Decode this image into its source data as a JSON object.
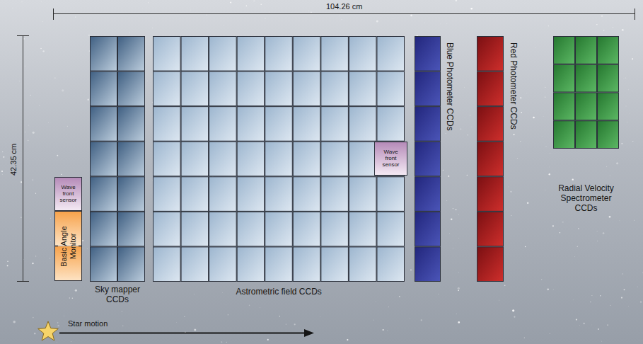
{
  "diagram": {
    "nodes": [
      {
        "text": [
          "Wave front sensor"
        ]
      },
      {
        "text": [
          "Basic Angle Monitor"
        ]
      },
      {
        "text": [
          "Sky mapper CCDs"
        ]
      },
      {
        "text": [
          "Astrometric field CCDs"
        ]
      },
      {
        "text": [
          "Wave front sensor"
        ]
      },
      {
        "text": [
          "Blue Photometer CCDs"
        ]
      },
      {
        "text": [
          "Red Photometer CCDs"
        ]
      },
      {
        "text": [
          "Radial Velocity Spectrometer CCDs"
        ]
      }
    ],
    "labels": [
      "104.26 cm",
      "42.35 cm",
      "Star motion"
    ]
  }
}
